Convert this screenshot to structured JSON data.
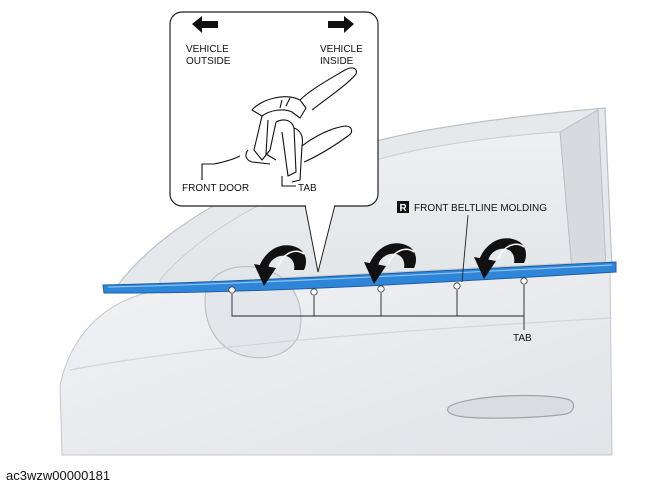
{
  "callout": {
    "left_arrow_label_line1": "VEHICLE",
    "left_arrow_label_line2": "OUTSIDE",
    "right_arrow_label_line1": "VEHICLE",
    "right_arrow_label_line2": "INSIDE",
    "front_door_label": "FRONT DOOR",
    "tab_label": "TAB"
  },
  "main": {
    "badge_letter": "R",
    "molding_label": "FRONT BELTLINE MOLDING",
    "tab_label": "TAB"
  },
  "footer": {
    "image_code": "ac3wzw00000181"
  },
  "colors": {
    "molding_blue": "#2f86d8",
    "door_gray": "#e9ebee",
    "window_gray": "#dcdfe3",
    "outline": "#b7bcc2",
    "ink": "#111111"
  }
}
